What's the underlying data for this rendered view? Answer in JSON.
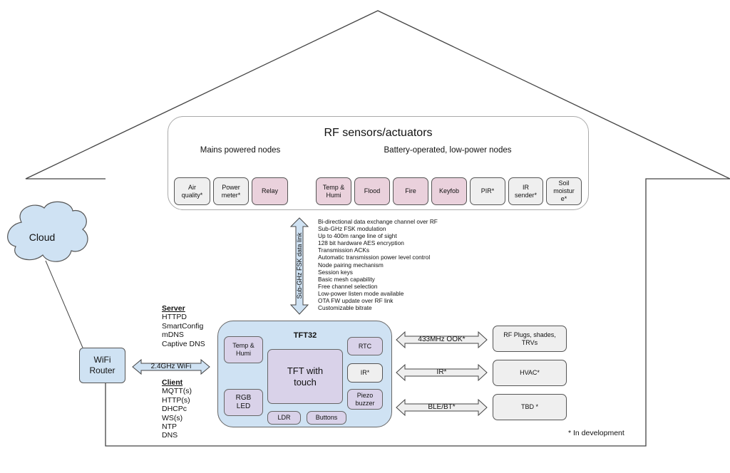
{
  "rf_panel": {
    "title": "RF sensors/actuators",
    "mains_label": "Mains powered nodes",
    "battery_label": "Battery-operated, low-power nodes",
    "mains_nodes": [
      "Air\nquality*",
      "Power\nmeter*",
      "Relay"
    ],
    "battery_nodes": [
      "Temp &\nHumi",
      "Flood",
      "Fire",
      "Keyfob",
      "PIR*",
      "IR\nsender*",
      "Soil\nmoistur\ne*"
    ]
  },
  "rf_link": {
    "label": "Sub-GHz FSK data link",
    "features": [
      "Bi-directional data exchange channel over RF",
      "Sub-GHz FSK modulation",
      "Up to 400m range line of sight",
      "128 bit hardware AES encryption",
      "Transmission ACKs",
      "Automatic transmission power level control",
      "Node pairing mechanism",
      "Session keys",
      "Basic mesh capability",
      "Free channel selection",
      "Low-power listen mode available",
      "OTA FW update over RF link",
      "Customizable bitrate"
    ]
  },
  "cloud": {
    "label": "Cloud"
  },
  "router": {
    "label": "WiFi\nRouter"
  },
  "wifi_link": {
    "label": "2.4GHz WiFi"
  },
  "server": {
    "header": "Server",
    "items": [
      "HTTPD",
      "SmartConfig",
      "mDNS",
      "Captive DNS"
    ]
  },
  "client": {
    "header": "Client",
    "items": [
      "MQTT(s)",
      "HTTP(s)",
      "DHCPc",
      "WS(s)",
      "NTP",
      "DNS"
    ]
  },
  "tft32": {
    "title": "TFT32",
    "temp_humi": "Temp &\nHumi",
    "touch": "TFT with\ntouch",
    "rgb_led": "RGB\nLED",
    "rtc": "RTC",
    "ir": "IR*",
    "piezo": "Piezo\nbuzzer",
    "ldr": "LDR",
    "buttons": "Buttons"
  },
  "external_links": [
    {
      "label": "433MHz OOK*",
      "target": "RF Plugs, shades,\nTRVs"
    },
    {
      "label": "IR*",
      "target": "HVAC*"
    },
    {
      "label": "BLE/BT*",
      "target": "TBD *"
    }
  ],
  "footnote": "* In development",
  "colors": {
    "grey_box": "#efefef",
    "pink_box": "#ead1dc",
    "lavender_box": "#d9d2e9",
    "blue_box": "#cfe2f3"
  }
}
